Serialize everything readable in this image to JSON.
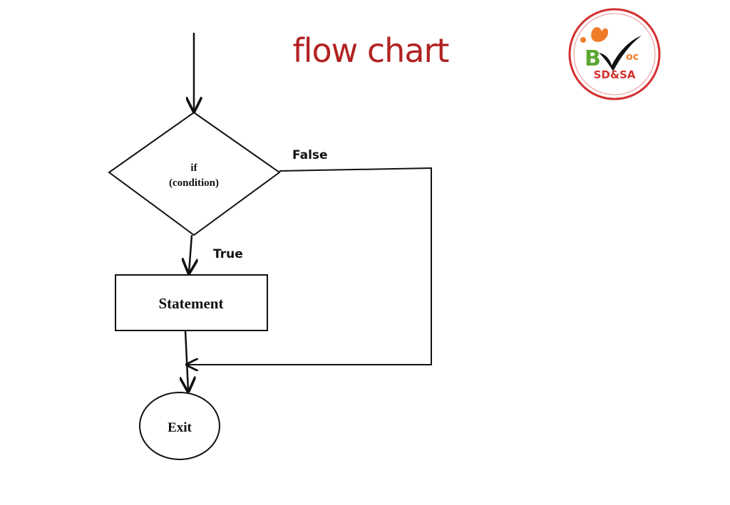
{
  "slide": {
    "title": "flow chart"
  },
  "diagram": {
    "decision_line1": "if",
    "decision_line2": "(condition)",
    "false_label": "False",
    "true_label": "True",
    "statement_label": "Statement",
    "exit_label": "Exit"
  },
  "logo": {
    "text_top": "B",
    "text_small": "oc",
    "text_bottom": "SD&SA",
    "border_color": "#d32f2f",
    "green": "#5aa832",
    "orange": "#f07c2a",
    "black": "#111111",
    "red": "#d32f2f"
  },
  "colors": {
    "title": "#b22222",
    "stroke": "#111111"
  }
}
